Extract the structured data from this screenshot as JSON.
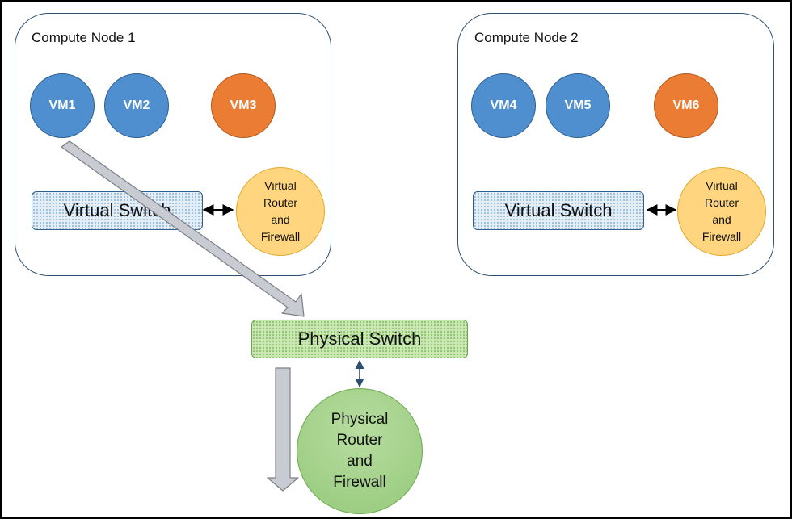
{
  "nodes": [
    {
      "title": "Compute Node 1",
      "vms": [
        "VM1",
        "VM2",
        "VM3"
      ],
      "virtual_switch": "Virtual Switch",
      "virtual_router": [
        "Virtual",
        "Router",
        "and",
        "Firewall"
      ]
    },
    {
      "title": "Compute Node 2",
      "vms": [
        "VM4",
        "VM5",
        "VM6"
      ],
      "virtual_switch": "Virtual Switch",
      "virtual_router": [
        "Virtual",
        "Router",
        "and",
        "Firewall"
      ]
    }
  ],
  "physical_switch": "Physical Switch",
  "physical_router": [
    "Physical",
    "Router",
    "and",
    "Firewall"
  ],
  "colors": {
    "vm_blue": "#4f8fcf",
    "vm_orange": "#ea7d33",
    "virtual_router": "#ffd57f",
    "physical_switch": "#c9e6b4",
    "physical_router": "#9fcf85",
    "flow_arrow": "#c8ccd2"
  }
}
